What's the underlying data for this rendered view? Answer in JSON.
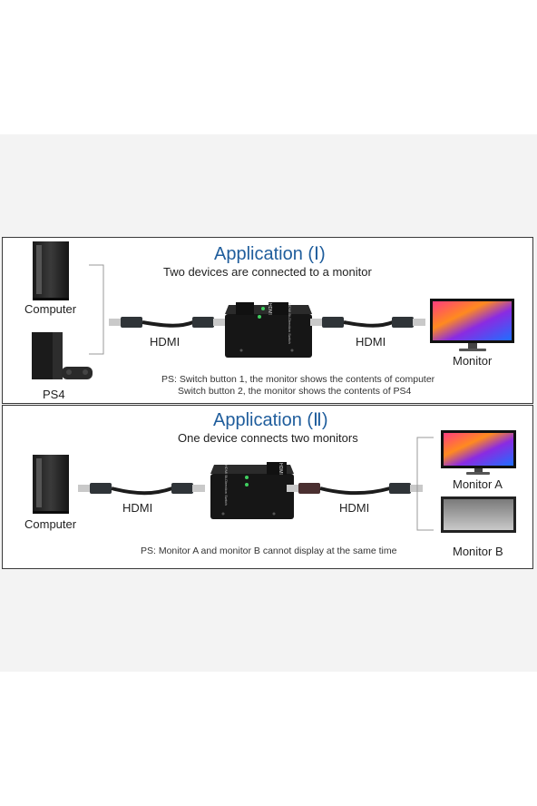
{
  "section1": {
    "title": "Application (Ⅰ)",
    "subtitle": "Two devices are connected to a monitor",
    "computer_label": "Computer",
    "ps4_label": "PS4",
    "hdmi_left": "HDMI",
    "hdmi_right": "HDMI",
    "monitor_label": "Monitor",
    "ps_line1": "PS: Switch button 1, the monitor shows the contents of computer",
    "ps_line2": "Switch button 2, the monitor shows the contents of PS4"
  },
  "section2": {
    "title": "Application (Ⅱ)",
    "subtitle": "One device connects two monitors",
    "computer_label": "Computer",
    "hdmi_left": "HDMI",
    "hdmi_right": "HDMI",
    "monitor_a_label": "Monitor A",
    "monitor_b_label": "Monitor B",
    "ps_line": "PS: Monitor A and monitor B cannot display at the same time"
  },
  "device_text": {
    "brand": "HDMI",
    "model": "HDMI Bi-Direction Switch"
  },
  "colors": {
    "title": "#1f5d9c",
    "band": "#f3f3f3",
    "border": "#3a3a3a"
  }
}
